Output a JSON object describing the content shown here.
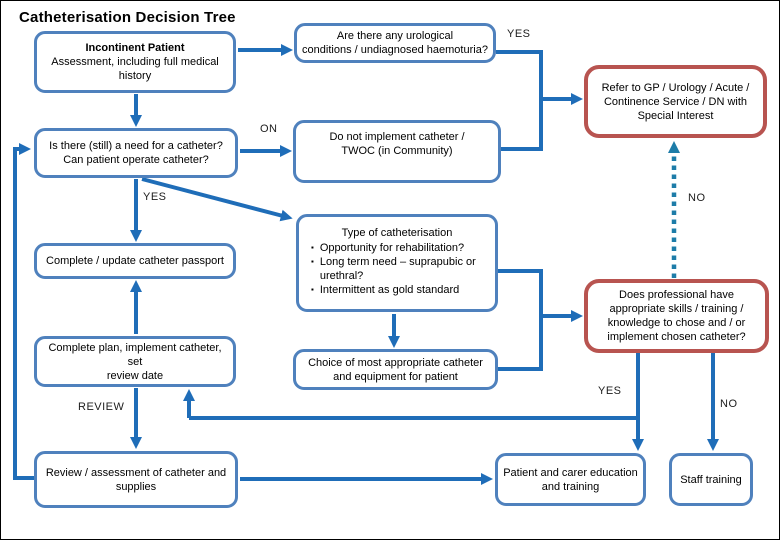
{
  "title": "Catheterisation Decision Tree",
  "colors": {
    "node_border": "#4F81BD",
    "alert_border": "#B85450",
    "connector": "#1F6DB8",
    "dashed_connector": "#1D7CA8",
    "text": "#000000",
    "background": "#FFFFFF"
  },
  "labels": {
    "yes_top": "YES",
    "on": "ON",
    "yes_mid": "YES",
    "no_dashed": "NO",
    "yes_bottom": "YES",
    "no_bottom": "NO",
    "review": "REVIEW"
  },
  "nodes": {
    "incontinent": {
      "heading": "Incontinent Patient",
      "body": "Assessment, including full medical\nhistory"
    },
    "urological": {
      "text": "Are there any urological\nconditions / undiagnosed haemoturia?"
    },
    "refer": {
      "text": "Refer to GP / Urology / Acute /\nContinence Service / DN with\nSpecial Interest"
    },
    "need": {
      "text": "Is there (still) a need for a catheter?\nCan patient operate catheter?"
    },
    "twoc": {
      "text": "Do not implement catheter /\nTWOC (in Community)"
    },
    "type": {
      "heading": "Type of catheterisation",
      "bullets": [
        "Opportunity for rehabilitation?",
        "Long term need – suprapubic or\nurethral?",
        "Intermittent as gold standard"
      ]
    },
    "passport": {
      "text": "Complete / update catheter passport"
    },
    "skills": {
      "text": "Does professional have\nappropriate skills / training /\nknowledge to chose and / or\nimplement chosen catheter?"
    },
    "plan": {
      "text": "Complete plan, implement catheter, set\nreview date"
    },
    "choice": {
      "text": "Choice of most appropriate catheter\nand equipment for patient"
    },
    "review": {
      "text": "Review / assessment of catheter and\nsupplies"
    },
    "education": {
      "text": "Patient and carer education\nand training"
    },
    "staff": {
      "text": "Staff training"
    }
  }
}
